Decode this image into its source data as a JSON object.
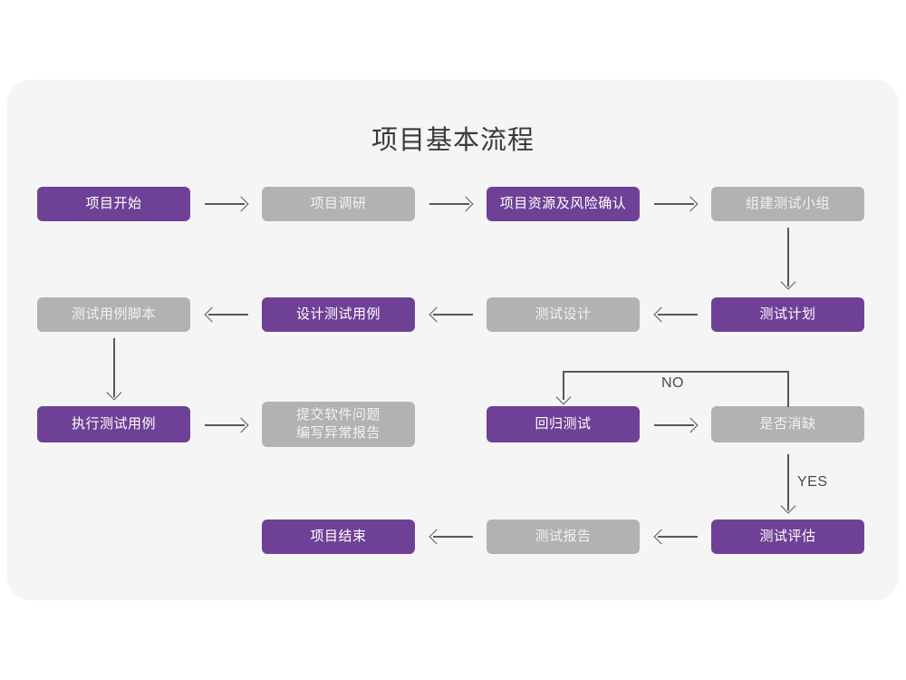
{
  "diagram": {
    "title": "项目基本流程",
    "colors": {
      "page_background": "#ffffff",
      "panel_background": "#f5f5f5",
      "active_node": "#6f4196",
      "inactive_node": "#b2b2b2",
      "connector": "#595959",
      "title_text": "#3a3a3a"
    },
    "nodes": [
      {
        "id": "n1",
        "label": "项目开始",
        "state": "active"
      },
      {
        "id": "n2",
        "label": "项目调研",
        "state": "inactive"
      },
      {
        "id": "n3",
        "label": "项目资源及风险确认",
        "state": "active"
      },
      {
        "id": "n4",
        "label": "组建测试小组",
        "state": "inactive"
      },
      {
        "id": "n5",
        "label": "测试计划",
        "state": "active"
      },
      {
        "id": "n6",
        "label": "测试设计",
        "state": "inactive"
      },
      {
        "id": "n7",
        "label": "设计测试用例",
        "state": "active"
      },
      {
        "id": "n8",
        "label": "测试用例脚本",
        "state": "inactive"
      },
      {
        "id": "n9",
        "label": "执行测试用例",
        "state": "active"
      },
      {
        "id": "n10",
        "label": "提交软件问题\n编写异常报告",
        "state": "inactive"
      },
      {
        "id": "n11",
        "label": "回归测试",
        "state": "active"
      },
      {
        "id": "n12",
        "label": "是否消缺",
        "state": "inactive"
      },
      {
        "id": "n13",
        "label": "测试评估",
        "state": "active"
      },
      {
        "id": "n14",
        "label": "测试报告",
        "state": "inactive"
      },
      {
        "id": "n15",
        "label": "项目结束",
        "state": "active"
      }
    ],
    "edge_labels": {
      "no": "NO",
      "yes": "YES"
    }
  }
}
